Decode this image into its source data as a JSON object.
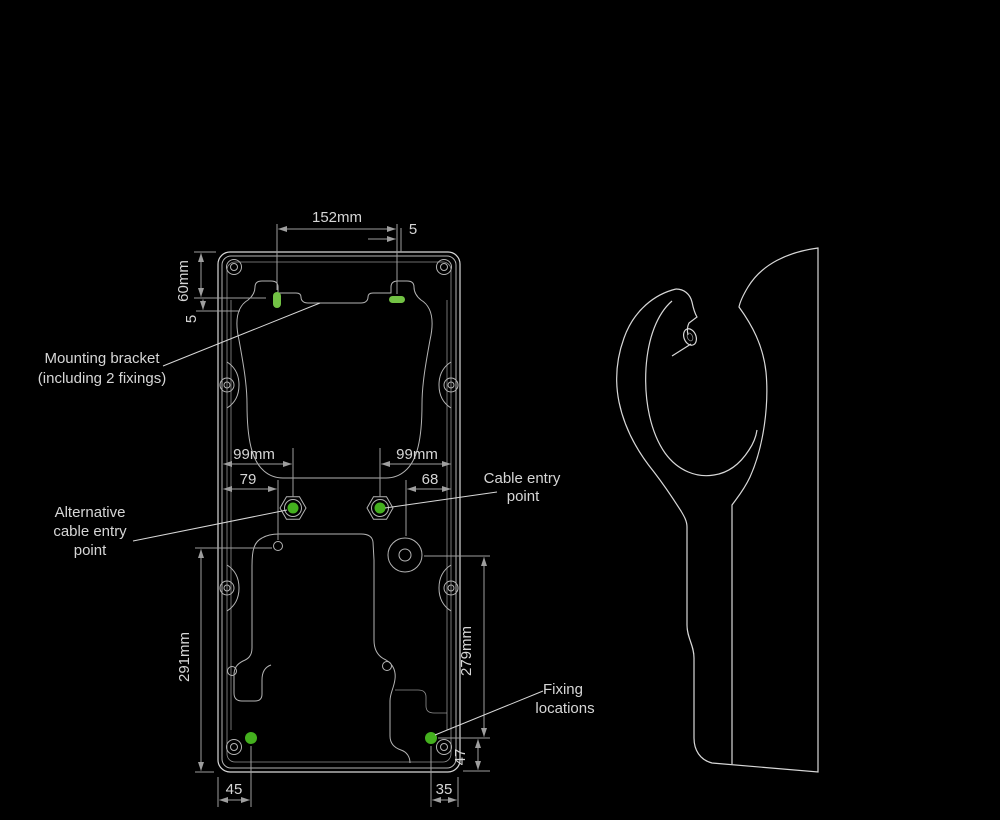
{
  "colors": {
    "background": "#000000",
    "drawing_line": "#d8d8d8",
    "inner_line": "#b4b4b4",
    "dim_line": "#9e9e9e",
    "text": "#d6d6d6",
    "green_point": "#44b01e",
    "green_slot": "#72c244"
  },
  "front_view": {
    "callouts": {
      "mounting_bracket": {
        "line1": "Mounting bracket",
        "line2": "(including 2 fixings)"
      },
      "alternative_cable_entry": {
        "line1": "Alternative",
        "line2": "cable entry",
        "line3": "point"
      },
      "cable_entry": {
        "line1": "Cable entry",
        "line2": "point"
      },
      "fixing_locations": {
        "line1": "Fixing",
        "line2": "locations"
      }
    },
    "dimensions": {
      "bracket_width": "152mm",
      "slot_offset": "5",
      "top_to_slot": "60mm",
      "slot_gap": "5",
      "left_entry_span": "99mm",
      "right_entry_span": "99mm",
      "left_fixing_offset": "79",
      "right_fixing_offset": "68",
      "left_height": "291mm",
      "right_height": "279mm",
      "fixing_to_base": "47",
      "base_left_offset": "45",
      "base_right_offset": "35"
    }
  }
}
